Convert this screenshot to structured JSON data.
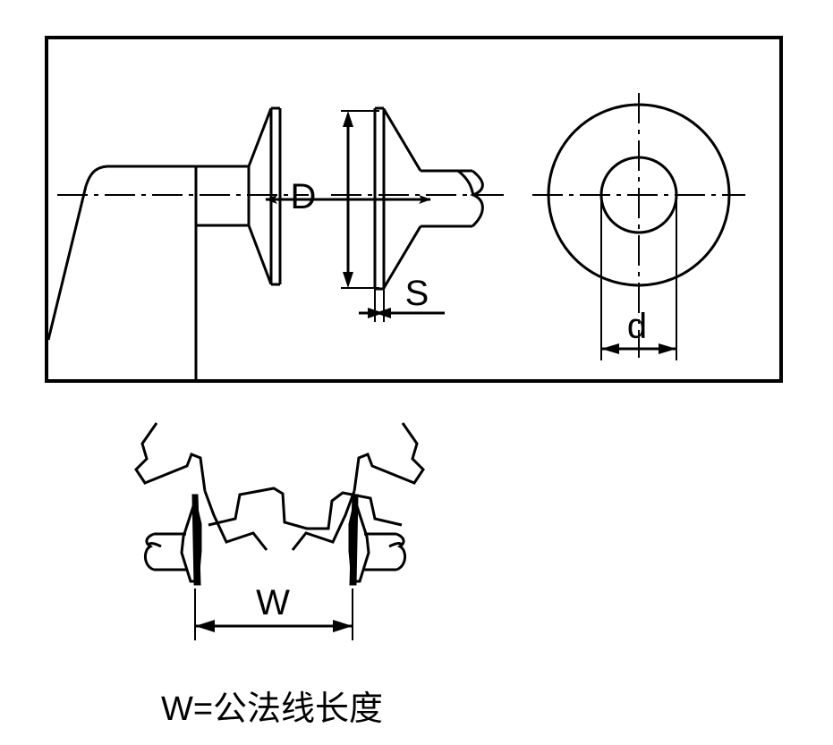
{
  "drawing": {
    "title": "Gear span measurement (common normal length) technical drawing",
    "caption": "W=公法线长度",
    "caption_meaning": "W = common normal line length",
    "line_color": "#000000",
    "background_color": "#ffffff"
  },
  "dimensions": {
    "diameter_outer": {
      "label": "D",
      "name": "outer-diameter",
      "view": "side-section"
    },
    "thickness": {
      "label": "S",
      "name": "disc-thickness",
      "view": "side-section"
    },
    "diameter_inner": {
      "label": "d",
      "name": "bore-diameter",
      "view": "front-circle"
    },
    "span_width": {
      "label": "W",
      "name": "span-measurement",
      "view": "gear-span"
    }
  },
  "views": {
    "frame_view": {
      "name": "boxed-views",
      "contents": [
        "caliper-jaw-left",
        "disc-side-view",
        "disc-section-view",
        "disc-front-view"
      ]
    },
    "span_view": {
      "name": "gear-span-view",
      "contents": [
        "caliper-jaw-upper-left",
        "caliper-jaw-upper-right",
        "gear-tooth-profile",
        "measuring-disc-left",
        "measuring-disc-right"
      ]
    }
  },
  "labels": {
    "D": "D",
    "S": "S",
    "d": "d",
    "W": "W",
    "caption": "W=公法线长度"
  }
}
